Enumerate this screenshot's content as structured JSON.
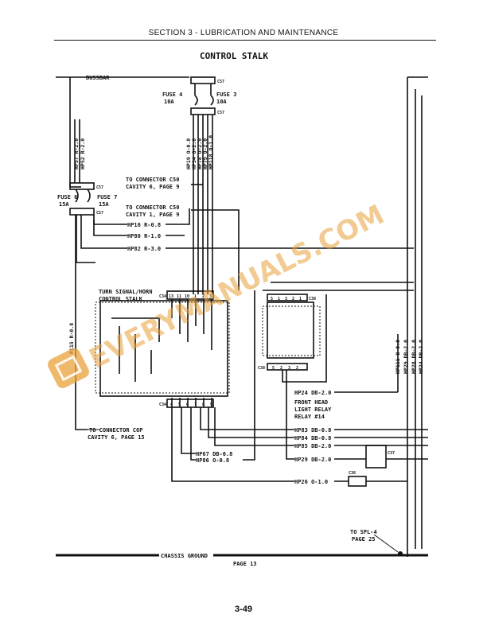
{
  "header": {
    "section_title": "SECTION 3 - LUBRICATION AND MAINTENANCE"
  },
  "diagram": {
    "title": "CONTROL STALK",
    "bussbar": "BUSSBAR",
    "fuse4": [
      "FUSE 4",
      "10A"
    ],
    "fuse3": [
      "FUSE 3",
      "10A"
    ],
    "fuse6": [
      "FUSE 6",
      "15A"
    ],
    "fuse7": [
      "FUSE 7",
      "15A"
    ],
    "conn_c57_top": "C57",
    "conn_c57_mid": "C57",
    "conn_c57_left": "C57",
    "conn_c57_left2": "C57",
    "vertical_wires_top": [
      "HP19 O-0.8",
      "HP34 O-2.0",
      "HP78 O-2.0",
      "HP79 O-2.0",
      "HP118 O-1.0"
    ],
    "vertical_wires_left": [
      "HP57 R-2.0",
      "HP52 R-2.0"
    ],
    "to_c50_cav6": [
      "TO CONNECTOR C50",
      "CAVITY 6, PAGE 9"
    ],
    "to_c50_cav1": [
      "TO CONNECTOR C50",
      "CAVITY 1, PAGE 9"
    ],
    "wires_mid": [
      "HP16 R-0.8",
      "HP80 R-1.0",
      "HP82 R-3.0"
    ],
    "turn_signal_label": [
      "TURN SIGNAL/HORN",
      "CONTROL STALK"
    ],
    "c34_top_label": "C34",
    "c34_top_pins": [
      "13",
      "11",
      "10",
      "1",
      "2",
      "3"
    ],
    "c34_bottom_label": "C34",
    "c34_bottom_pins": [
      "4",
      "5",
      "6",
      "7",
      "8",
      "9"
    ],
    "c38_label": "C38",
    "c38_top_pins": [
      "5",
      "1",
      "3",
      "2",
      "1"
    ],
    "c38_bottom_label": "C38",
    "c38_bottom_pins": [
      "5",
      "2",
      "3",
      "2"
    ],
    "p115": "P115 R-0.8",
    "right_vertical_wires": [
      "HP111 B-0.8",
      "HP29 DB-2.0",
      "HP28 DB-2.0",
      "HP24 DB-2.0"
    ],
    "relay_wire": "HP24 DB-2.0",
    "relay_label": [
      "FRONT HEAD",
      "LIGHT RELAY",
      "RELAY #14"
    ],
    "wires_lower": [
      "HP83 DB-0.8",
      "HP84 DB-0.8",
      "HP85 DB-2.0",
      "HP29 DB-2.0"
    ],
    "wires_lower_left": [
      "HP67 DB-0.8",
      "HP86 O-0.8"
    ],
    "wire_hp26": "HP26 O-1.0",
    "conn_c36": "C36",
    "conn_c37": "C37",
    "to_c6p": [
      "TO CONNECTOR C6P",
      "CAVITY 6, PAGE 15"
    ],
    "to_spl": [
      "TO SPL-4",
      "PAGE 25"
    ],
    "chassis_ground": "CHASSIS GROUND",
    "page_ref": "PAGE 13"
  },
  "watermark": {
    "text": "EVERYMANUALS.COM",
    "color": "#e8a23a"
  },
  "footer": {
    "page_number": "3-49"
  }
}
